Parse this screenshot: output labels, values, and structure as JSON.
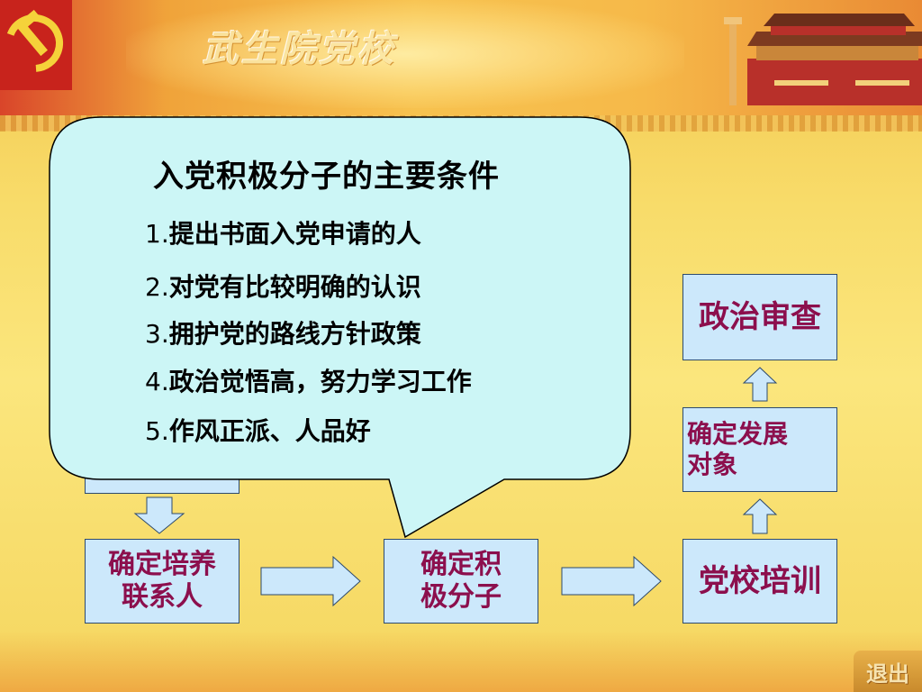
{
  "header": {
    "school_name": "武生院党校",
    "exit_label": "退出"
  },
  "callout": {
    "title": "入党积极分子的主要条件",
    "items": [
      {
        "num": "1.",
        "text": "提出书面入党申请的人"
      },
      {
        "num": "2.",
        "text": "对党有比较明确的认识"
      },
      {
        "num": "3.",
        "text": "拥护党的路线方针政策"
      },
      {
        "num": "4.",
        "text": "政治觉悟高，努力学习工作"
      },
      {
        "num": "5.",
        "text": "作风正派、人品好"
      }
    ]
  },
  "flow": {
    "zhengzhi": {
      "line1": "政治审查"
    },
    "fazhan": {
      "line1": "确定发展",
      "line2": "对象"
    },
    "dangxiao": {
      "line1": "党校培训"
    },
    "peiyang": {
      "line1": "确定培养",
      "line2": "联系人"
    },
    "jiji": {
      "line1": "确定积",
      "line2": "极分子"
    }
  },
  "colors": {
    "box_fill": "#cce8fb",
    "box_text": "#8c0f4d",
    "callout_fill": "#ccf6f6",
    "arrow_fill": "#cce8fb"
  },
  "icons": {
    "emblem": "party-emblem-icon",
    "gate": "tiananmen-gate-icon",
    "arrow": "block-arrow-icon"
  }
}
